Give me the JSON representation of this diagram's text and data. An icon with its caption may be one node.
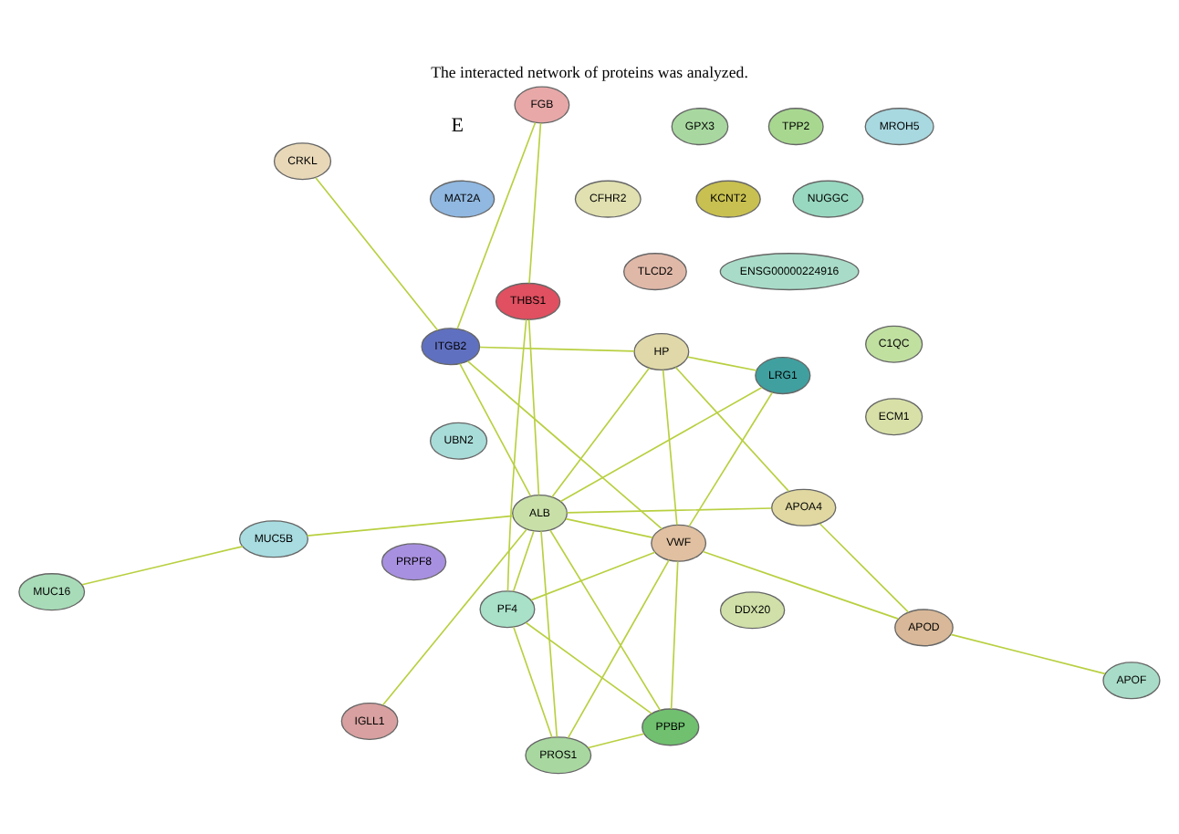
{
  "diagram": {
    "title": "The interacted network of proteins was analyzed.",
    "nodes": [
      {
        "text": [
          "MUC16"
        ]
      },
      {
        "text": [
          "FGB"
        ]
      },
      {
        "text": [
          "CRKL"
        ]
      },
      {
        "text": [
          "THBS1"
        ]
      },
      {
        "text": [
          "MUC5B"
        ]
      },
      {
        "text": [
          "ENSG00000224916"
        ]
      },
      {
        "text": [
          "ITGB2"
        ]
      },
      {
        "text": [
          "TLCD2"
        ]
      },
      {
        "text": [
          "IGLL1"
        ]
      },
      {
        "text": [
          "ALB"
        ]
      },
      {
        "text": [
          "PF4"
        ]
      },
      {
        "text": [
          "NUGGC"
        ]
      },
      {
        "text": [
          "PROS1"
        ]
      },
      {
        "text": [
          "HP"
        ]
      },
      {
        "text": [
          "VWF"
        ]
      },
      {
        "text": [
          "PPBP"
        ]
      },
      {
        "text": [
          "UBN2"
        ]
      },
      {
        "text": [
          "LRG1"
        ]
      },
      {
        "text": [
          "KCNT2"
        ]
      },
      {
        "text": [
          "CFHR2"
        ]
      },
      {
        "text": [
          "MAT2A"
        ]
      },
      {
        "text": [
          "DDX20"
        ]
      },
      {
        "text": [
          "APOA4"
        ]
      },
      {
        "text": [
          "PRPF8"
        ]
      },
      {
        "text": [
          "TPP2"
        ]
      },
      {
        "text": [
          "APOD"
        ]
      },
      {
        "text": [
          "ECM1"
        ]
      },
      {
        "text": [
          "C1QC"
        ]
      },
      {
        "text": [
          "GPX3"
        ]
      },
      {
        "text": [
          "MROH5"
        ]
      },
      {
        "text": [
          "APOF"
        ]
      }
    ],
    "edges": [
      {
        "from": 2,
        "to": 6,
        "arrow": "none"
      },
      {
        "from": 1,
        "to": 6,
        "arrow": "none"
      },
      {
        "from": 1,
        "to": 3,
        "arrow": "none"
      },
      {
        "from": 6,
        "to": 13,
        "arrow": "none"
      },
      {
        "from": 6,
        "to": 9,
        "arrow": "none"
      },
      {
        "from": 6,
        "to": 14,
        "arrow": "none"
      },
      {
        "from": 8,
        "to": 9,
        "arrow": "none"
      },
      {
        "from": 3,
        "to": 9,
        "arrow": "none"
      },
      {
        "from": 3,
        "to": 10,
        "arrow": "none"
      },
      {
        "from": 4,
        "to": 9,
        "arrow": "none"
      },
      {
        "from": 0,
        "to": 4,
        "arrow": "none"
      },
      {
        "from": 13,
        "to": 9,
        "arrow": "none"
      },
      {
        "from": 13,
        "to": 14,
        "arrow": "none"
      },
      {
        "from": 13,
        "to": 17,
        "arrow": "none"
      },
      {
        "from": 13,
        "to": 22,
        "arrow": "none"
      },
      {
        "from": 9,
        "to": 10,
        "arrow": "none"
      },
      {
        "from": 9,
        "to": 12,
        "arrow": "none"
      },
      {
        "from": 9,
        "to": 15,
        "arrow": "none"
      },
      {
        "from": 9,
        "to": 14,
        "arrow": "none"
      },
      {
        "from": 9,
        "to": 22,
        "arrow": "none"
      },
      {
        "from": 17,
        "to": 14,
        "arrow": "none"
      },
      {
        "from": 17,
        "to": 9,
        "arrow": "none"
      },
      {
        "from": 10,
        "to": 15,
        "arrow": "none"
      },
      {
        "from": 10,
        "to": 12,
        "arrow": "none"
      },
      {
        "from": 10,
        "to": 14,
        "arrow": "none"
      },
      {
        "from": 14,
        "to": 12,
        "arrow": "none"
      },
      {
        "from": 14,
        "to": 15,
        "arrow": "none"
      },
      {
        "from": 15,
        "to": 12,
        "arrow": "none"
      },
      {
        "from": 22,
        "to": 25,
        "arrow": "none"
      },
      {
        "from": 25,
        "to": 30,
        "arrow": "none"
      },
      {
        "from": 14,
        "to": 25,
        "arrow": "none"
      }
    ],
    "labels": [
      "E"
    ]
  }
}
